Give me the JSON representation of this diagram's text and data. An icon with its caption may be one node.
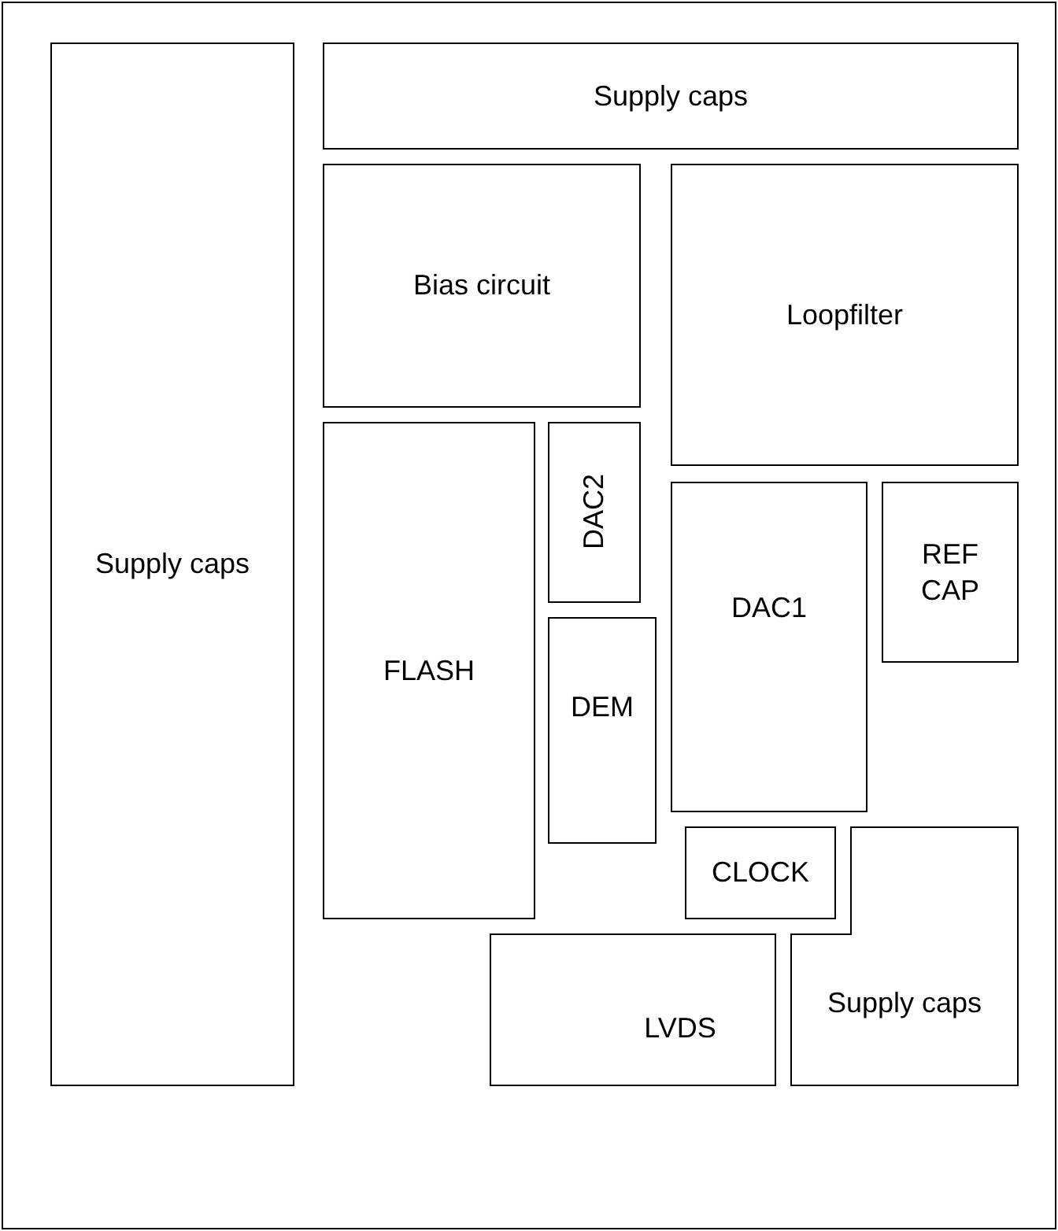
{
  "diagram": {
    "nodes": [
      {
        "text": [],
        "shape": "box"
      },
      {
        "text": [
          "Supply caps"
        ],
        "in": 0
      },
      {
        "text": [
          "Supply caps"
        ],
        "in": 0
      },
      {
        "text": [
          "Bias circuit"
        ],
        "in": 0
      },
      {
        "text": [
          "Loopfilter"
        ],
        "in": 0
      },
      {
        "text": [
          "DAC2"
        ],
        "in": 0
      },
      {
        "text": [
          "FLASH"
        ],
        "in": 0
      },
      {
        "text": [
          "DAC1"
        ],
        "in": 0
      },
      {
        "text": [
          "REF CAP"
        ],
        "in": 0
      },
      {
        "text": [
          "DEM"
        ],
        "in": 0
      },
      {
        "text": [
          "CLOCK"
        ],
        "in": 0
      },
      {
        "text": [
          "Supply caps"
        ],
        "in": 0
      },
      {
        "text": [
          "LVDS"
        ],
        "in": 0
      }
    ]
  }
}
